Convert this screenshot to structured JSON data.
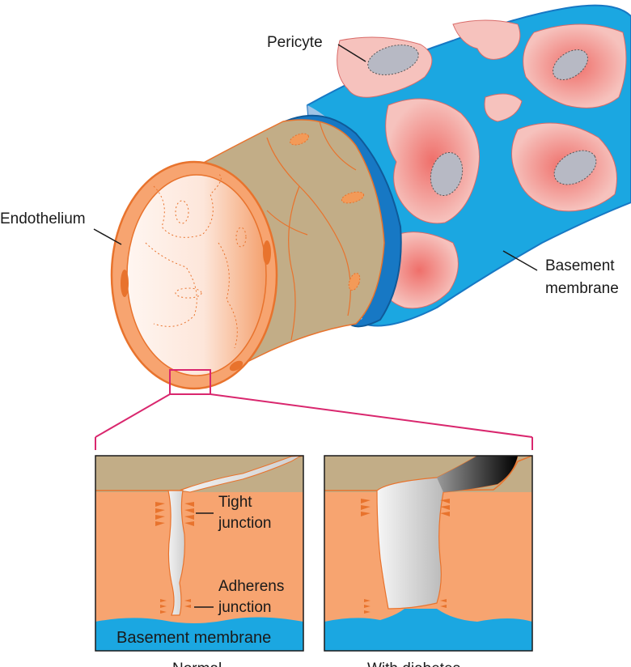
{
  "labels": {
    "pericyte": "Pericyte",
    "endothelium": "Endothelium",
    "basement_membrane_line1": "Basement",
    "basement_membrane_line2": "membrane",
    "tight_junction_line1": "Tight",
    "tight_junction_line2": "junction",
    "adherens_junction_line1": "Adherens",
    "adherens_junction_line2": "junction",
    "panel_basement_membrane": "Basement membrane",
    "caption_left": "Normal",
    "caption_right": "With diabetes"
  },
  "colors": {
    "endothelium_fill": "#f7a470",
    "endothelium_stroke": "#e8732d",
    "tan": "#c2ad87",
    "basement_blue": "#1ba7e1",
    "basement_dark_blue": "#1778c4",
    "pericyte_pink": "#f4b3ae",
    "pericyte_red": "#ef6f6a",
    "nucleus_grey": "#b7b9c4",
    "callout_magenta": "#d9276e"
  }
}
